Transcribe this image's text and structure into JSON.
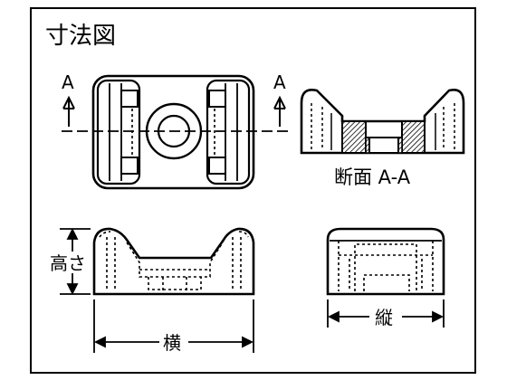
{
  "diagram": {
    "title": "寸法図",
    "section_letter_left": "A",
    "section_letter_right": "A",
    "section_caption": "断面 A-A",
    "height_label": "高さ",
    "width_label": "横",
    "depth_label": "縦"
  }
}
